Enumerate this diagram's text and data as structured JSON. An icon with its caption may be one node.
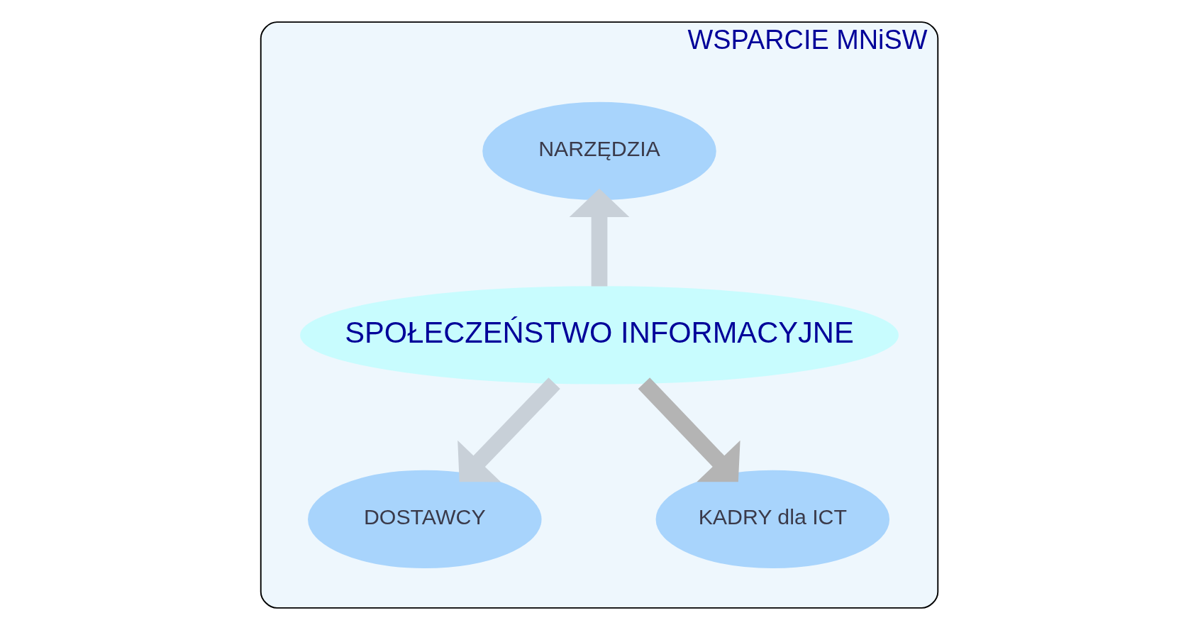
{
  "diagram": {
    "nodes": [
      {
        "text": [
          "WSPARCIE MNiSW"
        ]
      },
      {
        "text": [
          "NARZĘDZIA"
        ],
        "in": 0
      },
      {
        "text": [
          "SPOŁECZEŃSTWO INFORMACYJNE"
        ],
        "in": 0
      },
      {
        "text": [
          "DOSTAWCY"
        ],
        "in": 0
      },
      {
        "text": [
          "KADRY dla ICT"
        ],
        "in": 0
      }
    ],
    "edges": [
      {
        "from": 2,
        "to": 1,
        "arrow": "to"
      },
      {
        "from": 2,
        "to": 3,
        "arrow": "to"
      },
      {
        "from": 2,
        "to": 4,
        "arrow": "to",
        "color": "#b4b4b4"
      }
    ]
  }
}
